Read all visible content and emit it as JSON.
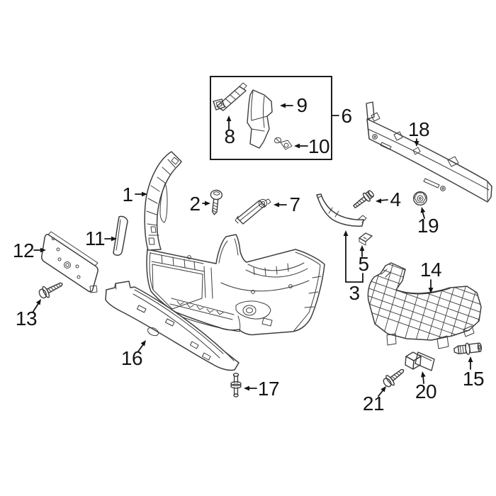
{
  "figure": {
    "type": "exploded-parts-diagram",
    "subject": "front-bumper-assembly",
    "background_color": "#ffffff",
    "line_color": "#3d3d3d",
    "label_color": "#141414",
    "box_border_color": "#1c1c1c",
    "callouts": [
      {
        "label": "1",
        "target": "front-bumper-corner-mount"
      },
      {
        "label": "2",
        "target": "screw"
      },
      {
        "label": "3",
        "target": "curved-outer-bracket-kit"
      },
      {
        "label": "4",
        "target": "bolt"
      },
      {
        "label": "5",
        "target": "small-clip"
      },
      {
        "label": "6",
        "target": "bracket-inset-box"
      },
      {
        "label": "7",
        "target": "side-rail-bracket"
      },
      {
        "label": "8",
        "target": "upper-rail-bracket"
      },
      {
        "label": "9",
        "target": "corner-bracket"
      },
      {
        "label": "10",
        "target": "grommet-clip"
      },
      {
        "label": "11",
        "target": "trim-cap"
      },
      {
        "label": "12",
        "target": "license-plate-bracket"
      },
      {
        "label": "13",
        "target": "plate-screw"
      },
      {
        "label": "14",
        "target": "side-support-grid"
      },
      {
        "label": "15",
        "target": "push-pin"
      },
      {
        "label": "16",
        "target": "lower-deflector"
      },
      {
        "label": "17",
        "target": "pin-clip"
      },
      {
        "label": "18",
        "target": "impact-bar"
      },
      {
        "label": "19",
        "target": "flange-nut"
      },
      {
        "label": "20",
        "target": "lower-bracket"
      },
      {
        "label": "21",
        "target": "bracket-screw"
      }
    ]
  }
}
